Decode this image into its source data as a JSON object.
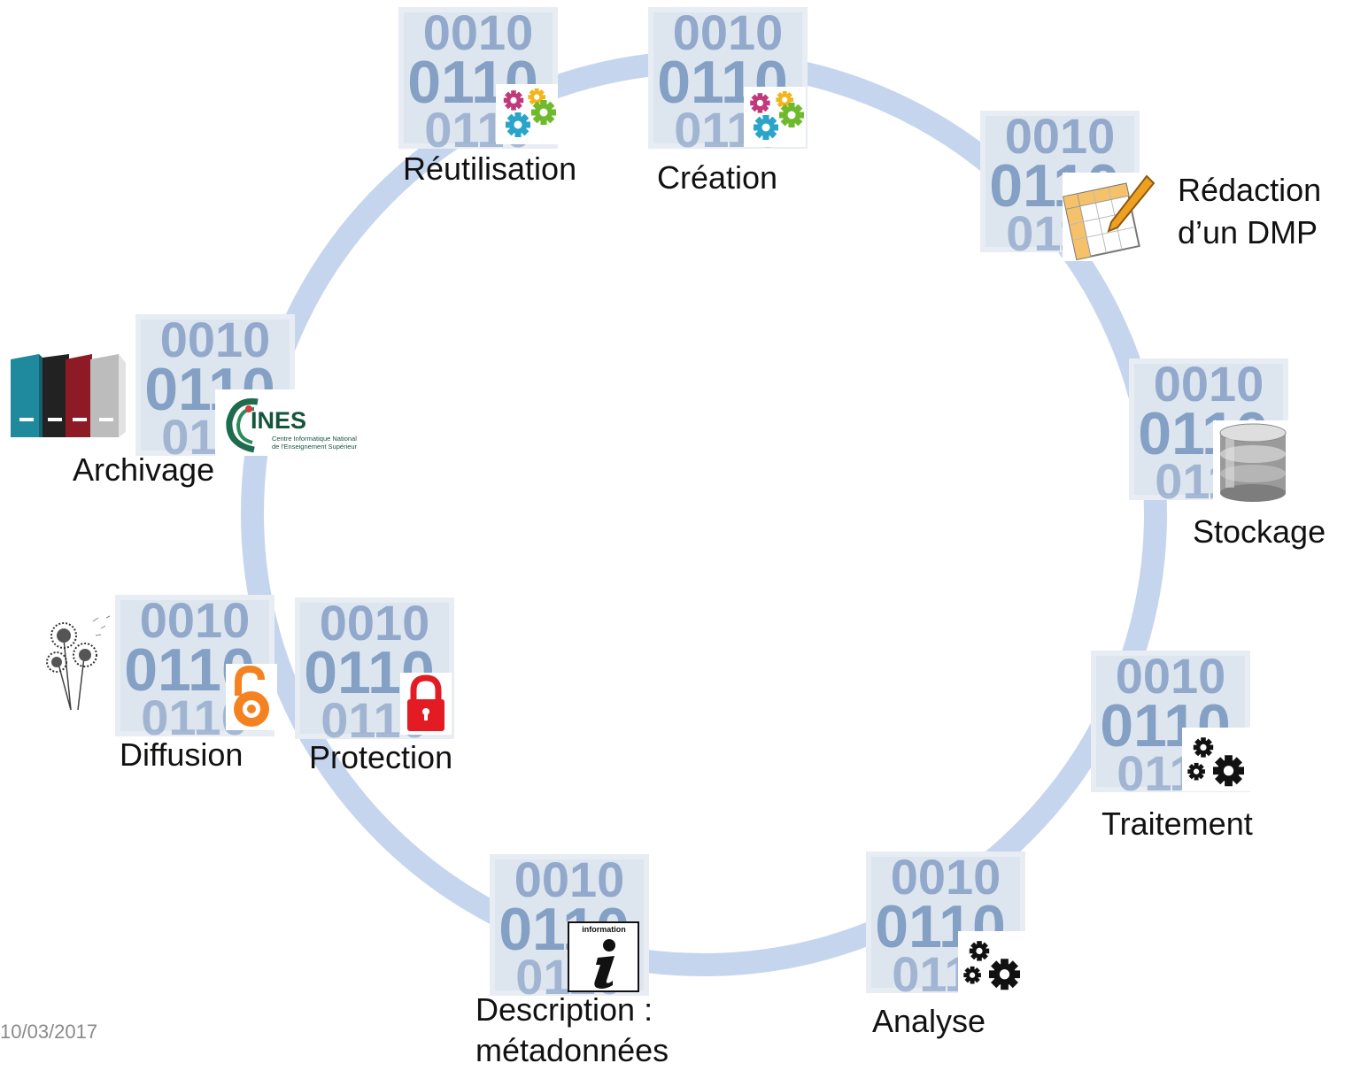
{
  "stages": [
    {
      "id": "reutilisation",
      "label": "Réutilisation",
      "icon": "gears-colored-icon"
    },
    {
      "id": "creation",
      "label": "Création",
      "icon": "gears-colored-icon"
    },
    {
      "id": "redaction",
      "label_line1": "Rédaction",
      "label_line2": "d’un DMP",
      "icon": "spreadsheet-pencil-icon"
    },
    {
      "id": "stockage",
      "label": "Stockage",
      "icon": "database-icon"
    },
    {
      "id": "traitement",
      "label": "Traitement",
      "icon": "gears-black-icon"
    },
    {
      "id": "analyse",
      "label": "Analyse",
      "icon": "gears-black-icon"
    },
    {
      "id": "description",
      "label_line1": "Description :",
      "label_line2": "métadonnées",
      "icon": "information-icon",
      "icon_caption": "information"
    },
    {
      "id": "protection",
      "label": "Protection",
      "icon": "padlock-closed-icon"
    },
    {
      "id": "diffusion",
      "label": "Diffusion",
      "icon": "open-access-lock-icon"
    },
    {
      "id": "archivage",
      "label": "Archivage",
      "icon": "cines-logo",
      "logo_text": "INES",
      "logo_subtext1": "Centre Informatique National",
      "logo_subtext2": "de l'Enseignement Supérieur"
    }
  ],
  "decorations": {
    "archive_boxes_icon": "archive-boxes-icon",
    "dandelion_icon": "dandelion-icon"
  },
  "binary_tile_glyphs": "0010 0110 0110",
  "footer": {
    "date": "10/03/2017"
  },
  "colors": {
    "cycle_ring": "#c5d5ee",
    "tile_bg": "#e8edf4",
    "tile_digits": "#6f8fba",
    "gear_cyan": "#2aa5c9",
    "gear_green": "#6fba2c",
    "gear_magenta": "#c0397a",
    "gear_yellow": "#f2b51b",
    "open_access_orange": "#f58220",
    "padlock_red": "#e31c23"
  }
}
